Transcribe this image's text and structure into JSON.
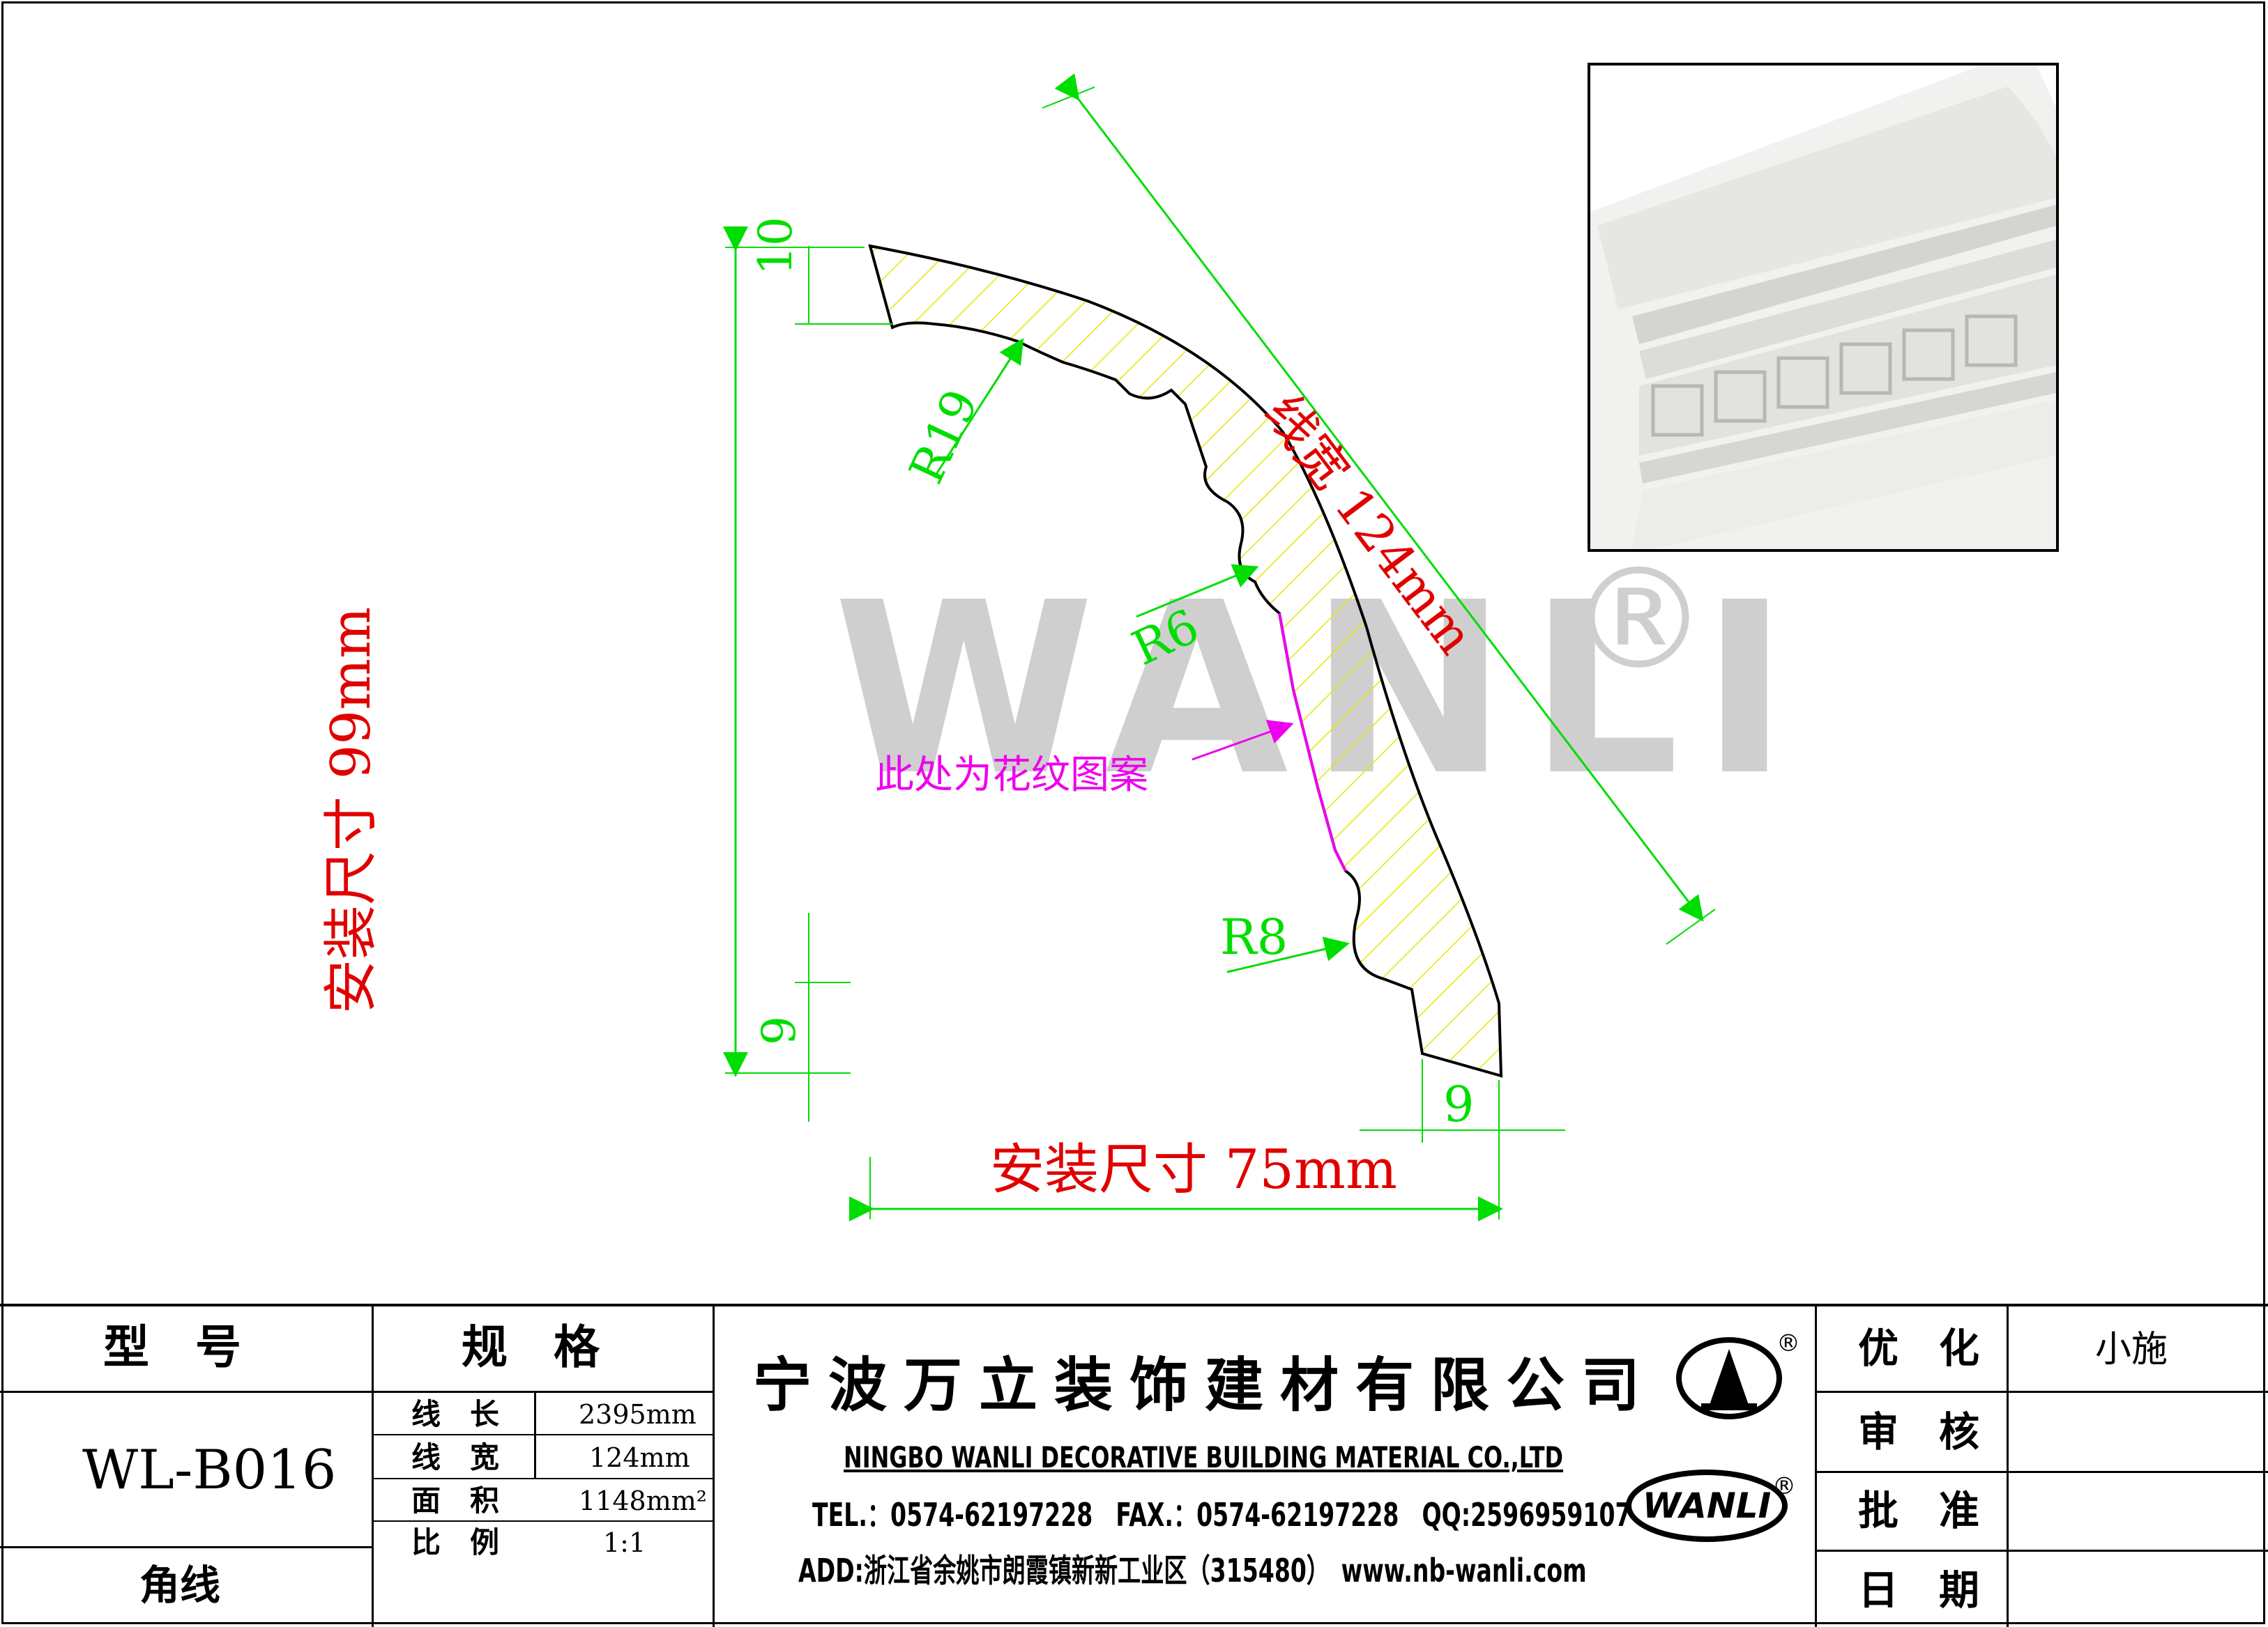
{
  "watermark": {
    "text": "WANLI",
    "registered": "®"
  },
  "dimensions": {
    "install_height": "安装尺寸 99mm",
    "install_width": "安装尺寸 75mm",
    "line_width": "线宽 124mm",
    "top_offset": "10",
    "bottom_offset_left": "9",
    "bottom_offset_right": "9"
  },
  "radii": {
    "r19": "R19",
    "r6": "R6",
    "r8": "R8"
  },
  "pattern_note": "此处为花纹图案",
  "title_block": {
    "model_header": "型　号",
    "spec_header": "规　格",
    "model_value": "WL-B016",
    "category": "角线",
    "specs": [
      {
        "label": "线　长",
        "value": "2395mm"
      },
      {
        "label": "线　宽",
        "value": "124mm"
      },
      {
        "label": "面　积",
        "value": "1148mm²"
      },
      {
        "label": "比　例",
        "value": "1:1"
      }
    ],
    "company_cn": "宁波万立装饰建材有限公司",
    "company_en": "NINGBO WANLI DECORATIVE BUILDING MATERIAL CO.,LTD",
    "contact": "TEL.：0574-62197228　FAX.：0574-62197228　QQ:2596959107",
    "address": "ADD:浙江省余姚市朗霞镇新新工业区（315480）　www.nb-wanli.com",
    "logo_text": "WANLI",
    "logo_registered": "®",
    "approvals": [
      {
        "label": "优　化",
        "value": "小施"
      },
      {
        "label": "审　核",
        "value": ""
      },
      {
        "label": "批　准",
        "value": ""
      },
      {
        "label": "日　期",
        "value": ""
      }
    ]
  }
}
